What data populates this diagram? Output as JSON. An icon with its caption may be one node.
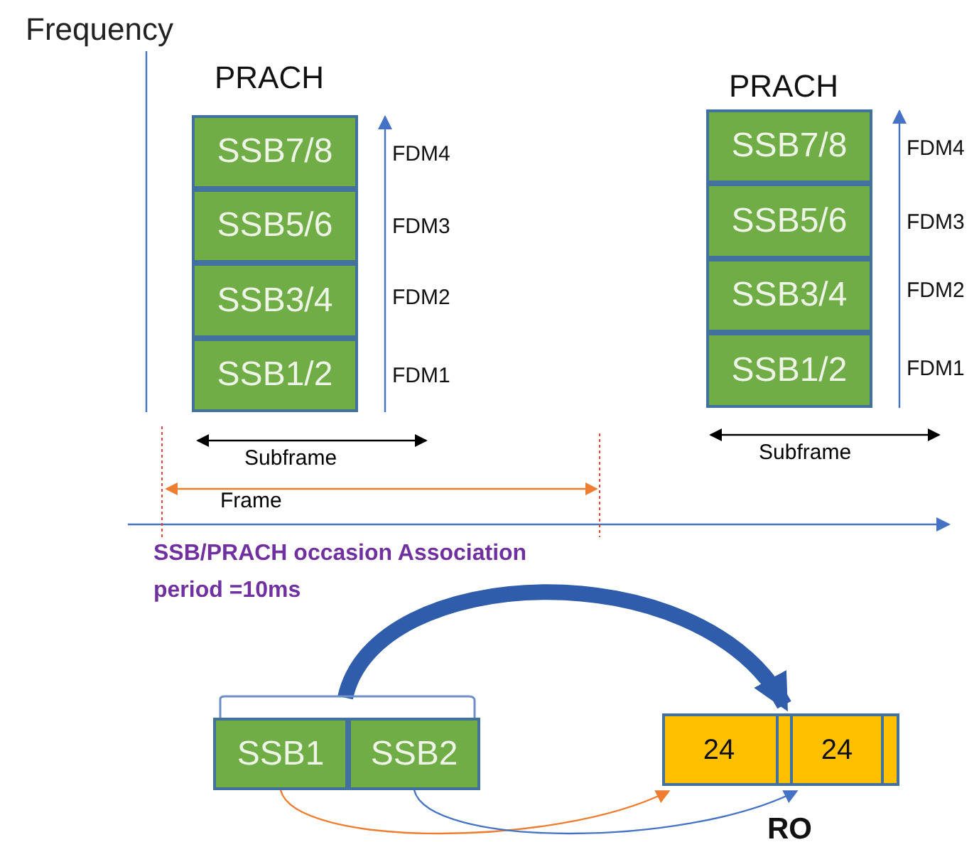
{
  "diagram": {
    "nodes": [
      {
        "text": [
          "PRACH"
        ]
      },
      {
        "text": [
          "SSB7/8"
        ],
        "in": 0,
        "beside": [
          "FDM4"
        ]
      },
      {
        "text": [
          "SSB5/6"
        ],
        "in": 0,
        "beside": [
          "FDM3"
        ]
      },
      {
        "text": [
          "SSB3/4"
        ],
        "in": 0,
        "beside": [
          "FDM2"
        ]
      },
      {
        "text": [
          "SSB1/2"
        ],
        "in": 0,
        "beside": [
          "FDM1"
        ]
      },
      {
        "text": [
          "PRACH"
        ]
      },
      {
        "text": [
          "SSB7/8"
        ],
        "in": 5,
        "beside": [
          "FDM4"
        ]
      },
      {
        "text": [
          "SSB5/6"
        ],
        "in": 5,
        "beside": [
          "FDM3"
        ]
      },
      {
        "text": [
          "SSB3/4"
        ],
        "in": 5,
        "beside": [
          "FDM2"
        ]
      },
      {
        "text": [
          "SSB1/2"
        ],
        "in": 5,
        "beside": [
          "FDM1"
        ]
      },
      {
        "text": [],
        "shape": "bracket"
      },
      {
        "text": [
          "SSB1"
        ],
        "in": 10
      },
      {
        "text": [
          "SSB2"
        ],
        "in": 10
      },
      {
        "text": [],
        "shape": "box",
        "beside": [
          "RO"
        ]
      },
      {
        "text": [
          "24"
        ],
        "in": 13
      },
      {
        "text": [],
        "shape": "box",
        "in": 13
      },
      {
        "text": [
          "24"
        ],
        "in": 13
      },
      {
        "text": [],
        "shape": "box",
        "in": 13
      }
    ],
    "edges": [
      {
        "from": 10,
        "to": 16,
        "arrow": "to",
        "style": "thick",
        "color": "#2f5cab"
      },
      {
        "from": 11,
        "to": 14,
        "arrow": "to",
        "color": "#ed7d31"
      },
      {
        "from": 12,
        "to": 16,
        "arrow": "to",
        "color": "#4472c4"
      }
    ],
    "labels": [
      "Frequency",
      "Subframe",
      "Subframe",
      "Frame",
      "SSB/PRACH occasion Association period =10ms"
    ]
  }
}
